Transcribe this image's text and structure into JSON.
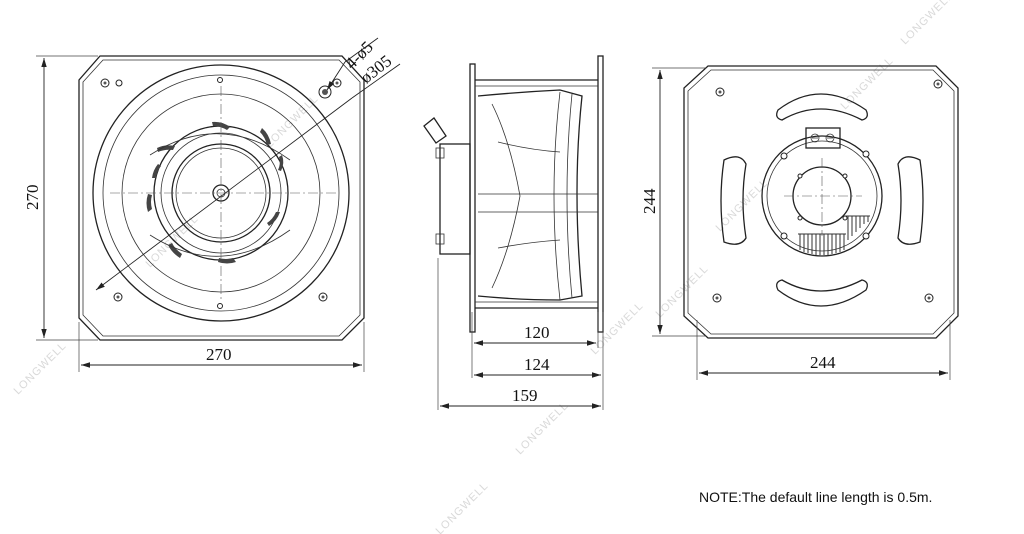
{
  "dimensions": {
    "front_height": "270",
    "front_width": "270",
    "mount_holes": "4-ø5",
    "bolt_circle": "ø305",
    "side_inner": "120",
    "side_mid": "124",
    "side_total": "159",
    "rear_height": "244",
    "rear_width": "244"
  },
  "watermark": "LONGWELL",
  "note": "NOTE:The default line length is 0.5m."
}
